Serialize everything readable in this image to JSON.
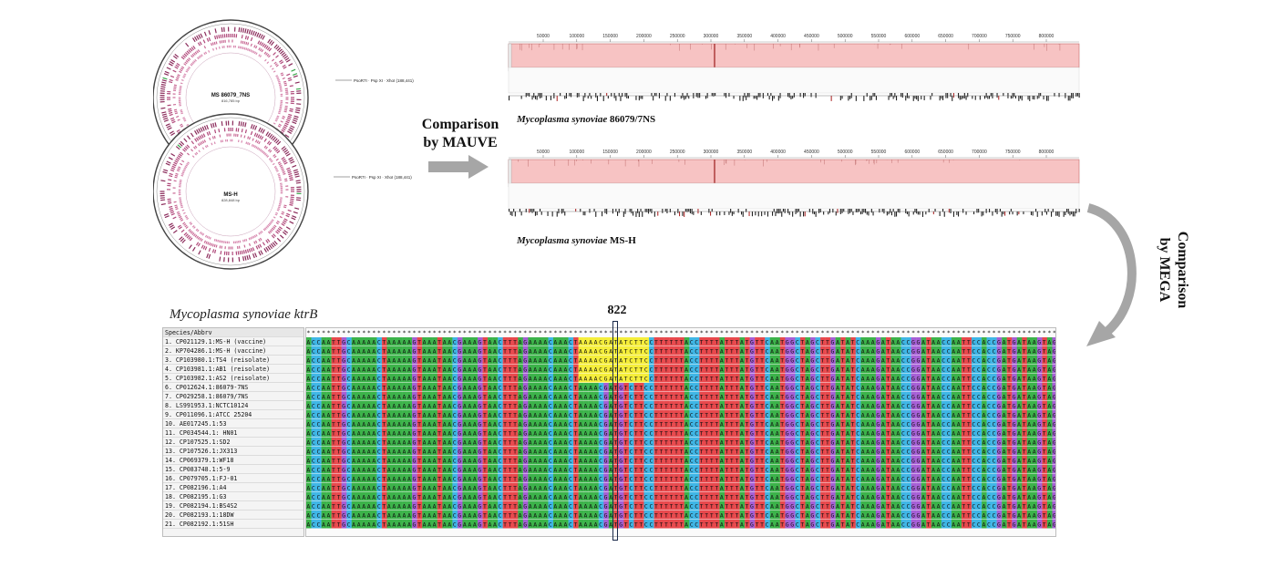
{
  "maps": {
    "top": {
      "title": "MS 86079_7NS",
      "subtitle": "816,785 bp",
      "callout": "PsoR7I · Psp XI · XhoI (188,441)"
    },
    "bottom": {
      "title": "MS-H",
      "subtitle": "828,848 bp",
      "callout": "PsoR7I · Psp XI · XhoI (188,441)"
    }
  },
  "steps": {
    "mauve": "Comparison\nby MAUVE",
    "mega": "Comparison\nby MEGA"
  },
  "mauve": {
    "ticks": [
      "50000",
      "100000",
      "150000",
      "200000",
      "250000",
      "300000",
      "350000",
      "400000",
      "450000",
      "500000",
      "550000",
      "600000",
      "650000",
      "700000",
      "750000",
      "800000"
    ],
    "genome_a": {
      "species": "Mycoplasma synoviae",
      "strain": "86079/7NS"
    },
    "genome_b": {
      "species": "Mycoplasma synoviae",
      "strain": "MS-H"
    }
  },
  "alignment": {
    "gene_title": "Mycoplasma synoviae ktrB",
    "position": "822",
    "header": "Species/Abbrv",
    "sequences": [
      {
        "name": "1. CP021129.1:MS-H (vaccine)",
        "seq": "ACCAATTGCAAAAACTAAAAAGTAAATAACGAAAGTAACTTTAGAAAACAAACTAAAACGATATCTTCCTTTTTTACCTTTTATTTATGTTCAATGGCTAGCTTGATATCAAAGATAACCGGATAACCAATTCCACCGATGATAAGTAG"
      },
      {
        "name": "2. KP704286.1:MS-H (vaccine)",
        "seq": "ACCAATTGCAAAAACTAAAAAGTAAATAACGAAAGTAACTTTAGAAAACAAACTAAAACGATATCTTCCTTTTTTACCTTTTATTTATGTTCAATGGCTAGCTTGATATCAAAGATAACCGGATAACCAATTCCACCGATGATAAGTAG"
      },
      {
        "name": "3. CP103980.1:TS4 (reisolate)",
        "seq": "ACCAATTGCAAAAACTAAAAAGTAAATAACGAAAGTAACTTTAGAAAACAAACTAAAACGATATCTTCCTTTTTTACCTTTTATTTATGTTCAATGGCTAGCTTGATATCAAAGATAACCGGATAACCAATTCCACCGATGATAAGTAG"
      },
      {
        "name": "4. CP103981.1:AB1 (reisolate)",
        "seq": "ACCAATTGCAAAAACTAAAAAGTAAATAACGAAAGTAACTTTAGAAAACAAACTAAAACGATATCTTCCTTTTTTACCTTTTATTTATGTTCAATGGCTAGCTTGATATCAAAGATAACCGGATAACCAATTCCACCGATGATAAGTAG"
      },
      {
        "name": "5. CP103982.1:AS2 (reisolate)",
        "seq": "ACCAATTGCAAAAACTAAAAAGTAAATAACGAAAGTAACTTTAGAAAACAAACTAAAACGATATCTTCCTTTTTTACCTTTTATTTATGTTCAATGGCTAGCTTGATATCAAAGATAACCGGATAACCAATTCCACCGATGATAAGTAG"
      },
      {
        "name": "6. CP012624.1:86079-7NS",
        "seq": "ACCAATTGCAAAAACTAAAAAGTAAATAACGAAAGTAACTTTAGAAAACAAACTAAAACGATGTCTTCCTTTTTTACCTTTTATTTATGTTCAATGGCTAGCTTGATATCAAAGATAACCGGATAACCAATTCCACCGATGATAAGTAG"
      },
      {
        "name": "7. CP029258.1:86079/7NS",
        "seq": "ACCAATTGCAAAAACTAAAAAGTAAATAACGAAAGTAACTTTAGAAAACAAACTAAAACGATGTCTTCCTTTTTTACCTTTTATTTATGTTCAATGGCTAGCTTGATATCAAAGATAACCGGATAACCAATTCCACCGATGATAAGTAG"
      },
      {
        "name": "8. LS991953.1:NCTC10124",
        "seq": "ACCAATTGCAAAAACTAAAAAGTAAATAACGAAAGTAACTTTAGAAAACAAACTAAAACGATGTCTTCCTTTTTTACCTTTTATTTATGTTCAATGGCTAGCTTGATATCAAAGATAACCGGATAACCAATTCCACCGATGATAAGTAG"
      },
      {
        "name": "9. CP011096.1:ATCC 25204",
        "seq": "ACCAATTGCAAAAACTAAAAAGTAAATAACGAAAGTAACTTTAGAAAACAAACTAAAACGATGTCTTCCTTTTTTACCTTTTATTTATGTTCAATGGCTAGCTTGATATCAAAGATAACCGGATAACCAATTCCACCGATGATAAGTAG"
      },
      {
        "name": "10. AE017245.1:53",
        "seq": "ACCAATTGCAAAAACTAAAAAGTAAATAACGAAAGTAACTTTAGAAAACAAACTAAAACGATGTCTTCCTTTTTTACCTTTTATTTATGTTCAATGGCTAGCTTGATATCAAAGATAACCGGATAACCAATTCCACCGATGATAAGTAG"
      },
      {
        "name": "11. CP034544.1: HN01",
        "seq": "ACCAATTGCAAAAACTAAAAAGTAAATAACGAAAGTAACTTTAGAAAACAAACTAAAACGATGTCTTCCTTTTTTACCTTTTATTTATGTTCAATGGCTAGCTTGATATCAAAGATAACCGGATAACCAATTCCACCGATGATAAGTAG"
      },
      {
        "name": "12. CP107525.1:SD2",
        "seq": "ACCAATTGCAAAAACTAAAAAGTAAATAACGAAAGTAACTTTAGAAAACAAACTAAAACGATGTCTTCCTTTTTTACCTTTTATTTATGTTCAATGGCTAGCTTGATATCAAAGATAACCGGATAACCAATTCCACCGATGATAAGTAG"
      },
      {
        "name": "13. CP107526.1:JX313",
        "seq": "ACCAATTGCAAAAACTAAAAAGTAAATAACGAAAGTAACTTTAGAAAACAAACTAAAACGATGTCTTCCTTTTTTACCTTTTATTTATGTTCAATGGCTAGCTTGATATCAAAGATAACCGGATAACCAATTCCACCGATGATAAGTAG"
      },
      {
        "name": "14. CP069379.1:WF18",
        "seq": "ACCAATTGCAAAAACTAAAAAGTAAATAACGAAAGTAACTTTAGAAAACAAACTAAAACGATGTCTTCCTTTTTTACCTTTTATTTATGTTCAATGGCTAGCTTGATATCAAAGATAACCGGATAACCAATTCCACCGATGATAAGTAG"
      },
      {
        "name": "15. CP083748.1:5-9",
        "seq": "ACCAATTGCAAAAACTAAAAAGTAAATAACGAAAGTAACTTTAGAAAACAAACTAAAACGATGTCTTCCTTTTTTACCTTTTATTTATGTTCAATGGCTAGCTTGATATCAAAGATAACCGGATAACCAATTCCACCGATGATAAGTAG"
      },
      {
        "name": "16. CP079705.1:FJ-01",
        "seq": "ACCAATTGCAAAAACTAAAAAGTAAATAACGAAAGTAACTTTAGAAAACAAACTAAAACGATGTCTTCCTTTTTTACCTTTTATTTATGTTCAATGGCTAGCTTGATATCAAAGATAACCGGATAACCAATTCCACCGATGATAAGTAG"
      },
      {
        "name": "17. CP082196.1:A4",
        "seq": "ACCAATTGCAAAAACTAAAAAGTAAATAACGAAAGTAACTTTAGAAAACAAACTAAAACGATGTCTTCCTTTTTTACCTTTTATTTATGTTCAATGGCTAGCTTGATATCAAAGATAACCGGATAACCAATTCCACCGATGATAAGTAG"
      },
      {
        "name": "18. CP082195.1:G3",
        "seq": "ACCAATTGCAAAAACTAAAAAGTAAATAACGAAAGTAACTTTAGAAAACAAACTAAAACGATGTCTTCCTTTTTTACCTTTTATTTATGTTCAATGGCTAGCTTGATATCAAAGATAACCGGATAACCAATTCCACCGATGATAAGTAG"
      },
      {
        "name": "19. CP082194.1:BS4S2",
        "seq": "ACCAATTGCAAAAACTAAAAAGTAAATAACGAAAGTAACTTTAGAAAACAAACTAAAACGATGTCTTCCTTTTTTACCTTTTATTTATGTTCAATGGCTAGCTTGATATCAAAGATAACCGGATAACCAATTCCACCGATGATAAGTAG"
      },
      {
        "name": "20. CP082193.1:18DW",
        "seq": "ACCAATTGCAAAAACTAAAAAGTAAATAACGAAAGTAACTTTAGAAAACAAACTAAAACGATGTCTTCCTTTTTTACCTTTTATTTATGTTCAATGGCTAGCTTGATATCAAAGATAACCGGATAACCAATTCCACCGATGATAAGTAG"
      },
      {
        "name": "21. CP082192.1:51SH",
        "seq": "ACCAATTGCAAAAACTAAAAAGTAAATAACGAAAGTAACTTTAGAAAACAAACTAAAACGATGTCTTCCTTTTTTACCTTTTATTTATGTTCAATGGCTAGCTTGATATCAAAGATAACCGGATAACCAATTCCACCGATGATAAGTAG"
      }
    ],
    "highlighted_rows": 5,
    "highlight_columns": [
      54,
      68
    ],
    "colors": {
      "A": "#3cb34a",
      "C": "#3fb6e6",
      "G": "#a65fd6",
      "T": "#e8484c",
      "highlight": "#f5ee3a"
    }
  }
}
